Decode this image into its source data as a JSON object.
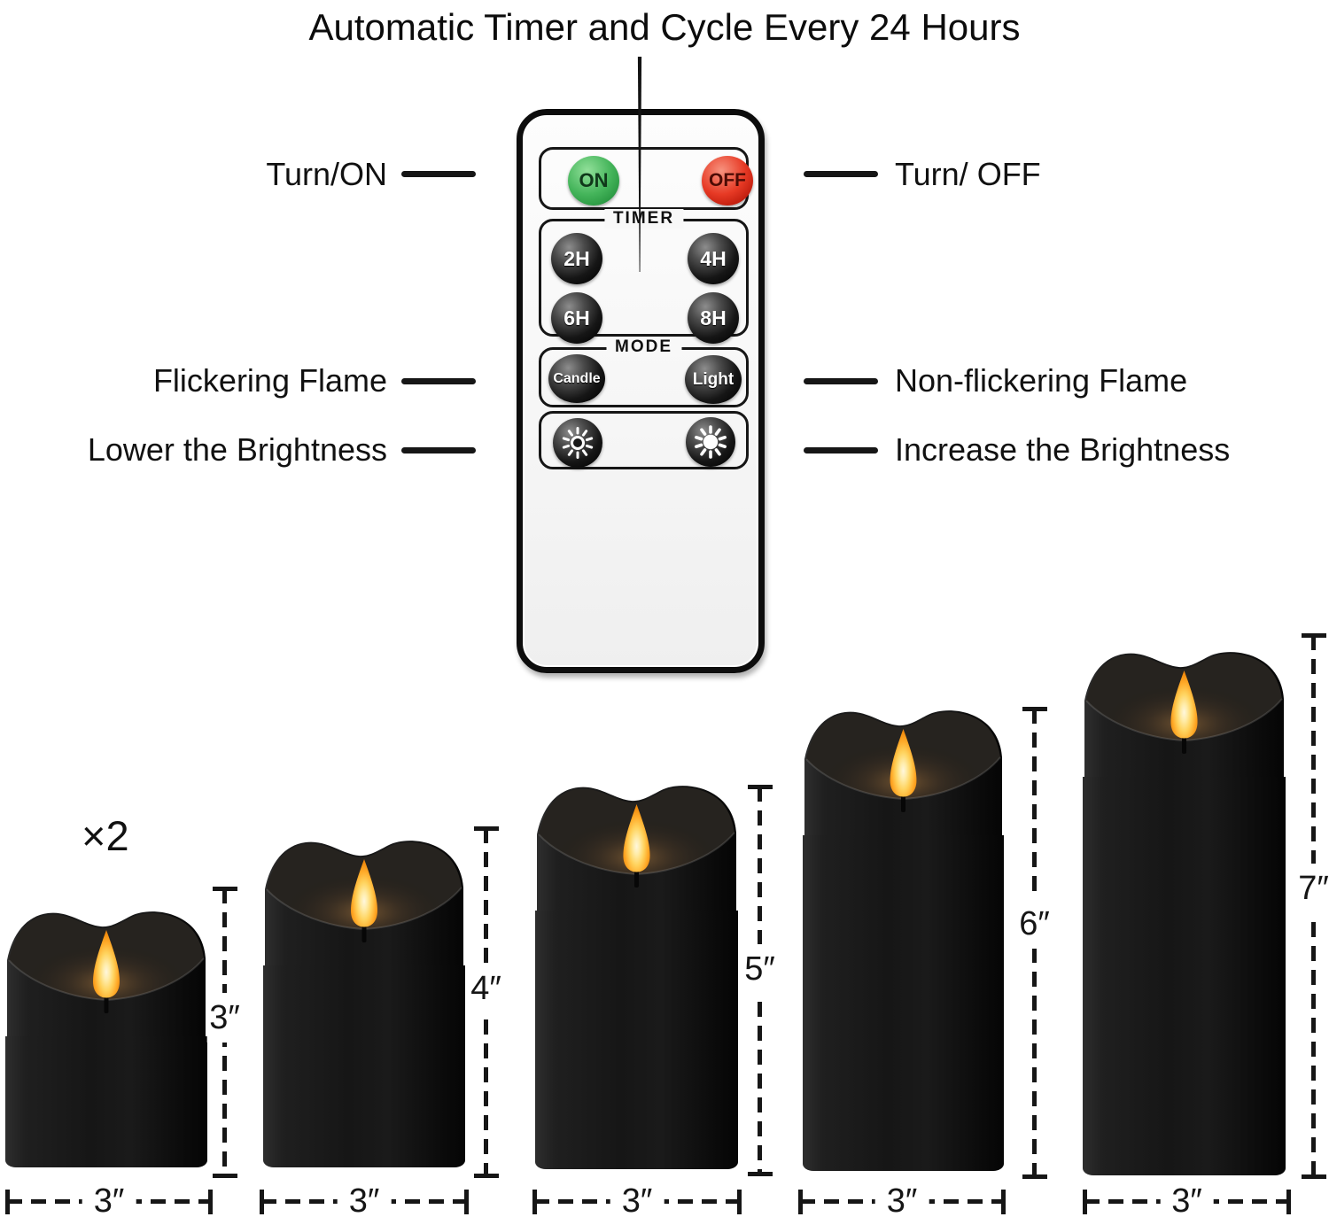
{
  "title": "Automatic Timer and Cycle Every 24 Hours",
  "remote": {
    "power": {
      "on": "ON",
      "off": "OFF"
    },
    "timer": {
      "label": "TIMER",
      "buttons": [
        "2H",
        "4H",
        "6H",
        "8H"
      ]
    },
    "mode": {
      "label": "MODE",
      "candle": "Candle",
      "light": "Light"
    },
    "brightness": {
      "dim_icon": "sun-dim-icon",
      "bright_icon": "sun-bright-icon"
    }
  },
  "callouts": {
    "turn_on": "Turn/ON",
    "turn_off": "Turn/ OFF",
    "flickering": "Flickering Flame",
    "non_flickering": "Non-flickering Flame",
    "lower_brightness": "Lower the Brightness",
    "increase_brightness": "Increase the Brightness"
  },
  "candles": [
    {
      "qty": "×2",
      "height": "3″",
      "width": "3″"
    },
    {
      "height": "4″",
      "width": "3″"
    },
    {
      "height": "5″",
      "width": "3″"
    },
    {
      "height": "6″",
      "width": "3″"
    },
    {
      "height": "7″",
      "width": "3″"
    }
  ],
  "colors": {
    "on_button": "#3cb053",
    "off_button": "#e73a25",
    "flame": "#ffab2a",
    "candle_body": "#161616",
    "ink": "#141414"
  }
}
